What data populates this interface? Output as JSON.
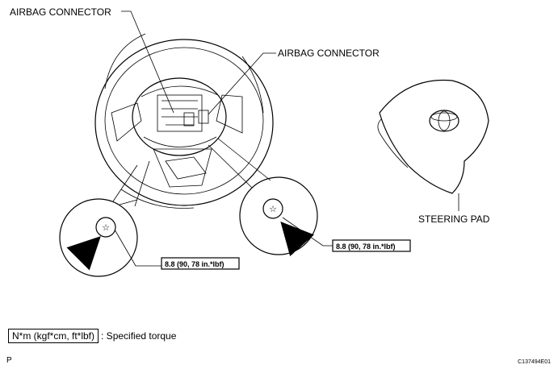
{
  "labels": {
    "airbag_connector_left": "AIRBAG CONNECTOR",
    "airbag_connector_right": "AIRBAG CONNECTOR",
    "steering_pad": "STEERING PAD",
    "torque_left": "8.8 (90, 78 in.*lbf)",
    "torque_right": "8.8 (90, 78 in.*lbf)"
  },
  "legend": {
    "unit": "N*m (kgf*cm, ft*lbf)",
    "description": ": Specified torque"
  },
  "footer": {
    "page_mark": "P",
    "figure_id": "C137494E01"
  }
}
